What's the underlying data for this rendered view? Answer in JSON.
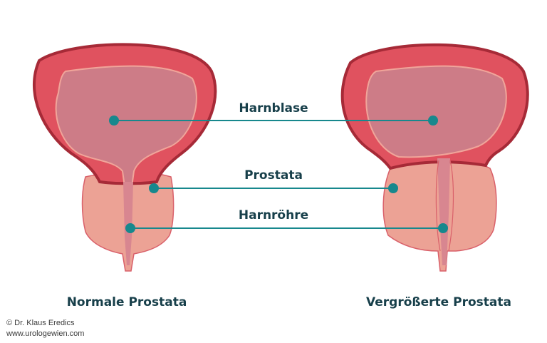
{
  "labels": {
    "harnblase": "Harnblase",
    "prostata": "Prostata",
    "harnroehre": "Harnröhre"
  },
  "captions": {
    "left": "Normale Prostata",
    "right": "Vergrößerte Prostata"
  },
  "credit": {
    "author": "© Dr. Klaus Eredics",
    "website": "www.urologewien.com"
  },
  "colors": {
    "bladder_wall": "#e0525f",
    "bladder_outline": "#a62a37",
    "bladder_inner": "#cd7c87",
    "prostate": "#eca295",
    "prostate_outline": "#d9606a",
    "urethra": "#d88690",
    "pointer": "#17888d",
    "text": "#173f4a"
  }
}
